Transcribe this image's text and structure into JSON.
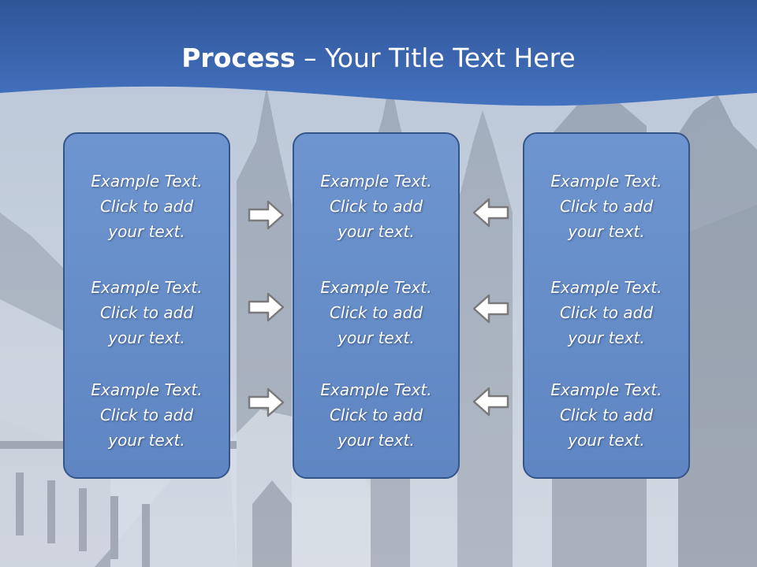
{
  "slide": {
    "title_bold": "Process",
    "title_rest": " – Your Title Text Here"
  },
  "columns": [
    {
      "items": [
        {
          "line1": "Example Text.",
          "line2": "Click  to add",
          "line3": "your text."
        },
        {
          "line1": "Example Text.",
          "line2": "Click  to add",
          "line3": "your text."
        },
        {
          "line1": "Example Text.",
          "line2": "Click  to add",
          "line3": "your text."
        }
      ]
    },
    {
      "items": [
        {
          "line1": "Example Text.",
          "line2": "Click  to add",
          "line3": "your text."
        },
        {
          "line1": "Example Text.",
          "line2": "Click  to add",
          "line3": "your text."
        },
        {
          "line1": "Example Text.",
          "line2": "Click  to add",
          "line3": "your text."
        }
      ]
    },
    {
      "items": [
        {
          "line1": "Example Text.",
          "line2": "Click  to add",
          "line3": "your text."
        },
        {
          "line1": "Example Text.",
          "line2": "Click  to add",
          "line3": "your text."
        },
        {
          "line1": "Example Text.",
          "line2": "Click  to add",
          "line3": "your text."
        }
      ]
    }
  ],
  "arrows": {
    "left_group": {
      "direction": "right",
      "icon": "arrow-right-icon"
    },
    "right_group": {
      "direction": "left",
      "icon": "arrow-left-icon"
    }
  },
  "colors": {
    "header_blue": "#3f67ad",
    "box_fill": "#6990cb",
    "box_border": "#34558a",
    "arrow_fill": "#ffffff",
    "arrow_stroke": "#7a7a7a"
  }
}
